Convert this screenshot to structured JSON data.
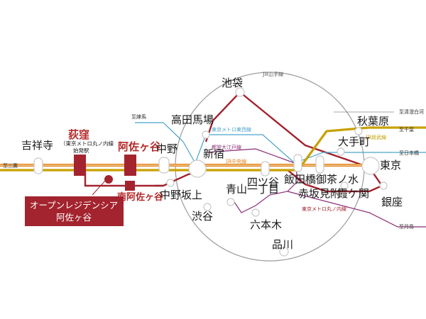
{
  "lines": {
    "jr_yamanote": "JR山手線",
    "jr_chuo": "JR中央線",
    "jr_sobu": "JR総武線",
    "tokyo_metro_tozai": "東京メトロ東西線",
    "toei_oedo": "都営大江戸線",
    "tokyo_metro_marunouchi": "東京メトロ丸ノ内線"
  },
  "stations": {
    "ikebukuro": "池袋",
    "takadanobaba": "高田馬場",
    "akihabara": "秋葉原",
    "kichijoji": "吉祥寺",
    "ogikubo": "荻窪",
    "ogikubo_note_1": "（東京メトロ丸ノ内線",
    "ogikubo_note_2": "始発駅",
    "asagaya": "阿佐ヶ谷",
    "nakano": "中野",
    "shinjuku": "新宿",
    "ochanomizu": "御茶ノ水",
    "iidabashi": "飯田橋",
    "yotsuya": "四ツ谷",
    "otemachi": "大手町",
    "tokyo": "東京",
    "minami_asagaya": "南阿佐ヶ谷",
    "nakano_sakaue": "中野坂上",
    "aoyama_itchome": "青山一丁目",
    "akasaka_mitsuke": "赤坂見附",
    "kasumigaseki": "霞ケ関",
    "ginza": "銀座",
    "shibuya": "渋谷",
    "roppongi": "六本木",
    "shinagawa": "品川"
  },
  "directions": {
    "to_mitaka": "至三鷹",
    "to_nerima": "至練馬",
    "to_kiyosumi_shirakawa": "至清澄白河",
    "to_chiba": "至千葉",
    "to_nihonbashi": "至日本橋",
    "to_tsukishima": "至月島"
  },
  "property": {
    "name_line1": "オープンレジデンシア",
    "name_line2": "阿佐ヶ谷"
  },
  "colors": {
    "jr_chuo": "#e0801a",
    "jr_sobu": "#c8a000",
    "marunouchi": "#a3232e",
    "tozai": "#4aa3c9",
    "oedo": "#8a2c78",
    "yamanote_circle": "#9a9a9a",
    "property_box": "#a3232e",
    "highlight_text": "#b52a2a"
  }
}
